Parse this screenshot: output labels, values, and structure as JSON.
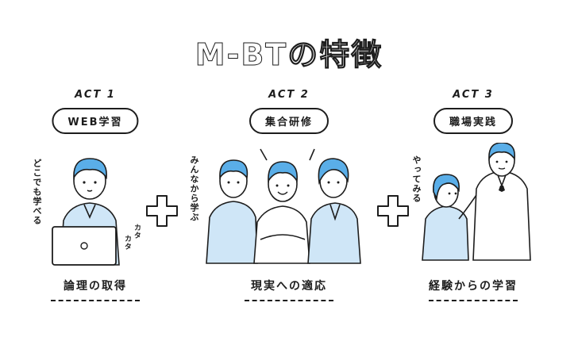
{
  "title": "M-BTの特徴",
  "columns": [
    {
      "act": "ACT 1",
      "pill": "WEB学習",
      "caption": "論理の取得",
      "side_text": "どこでも学べる",
      "sound_text_1": "カタ",
      "sound_text_2": "カタ"
    },
    {
      "act": "ACT 2",
      "pill": "集合研修",
      "caption": "現実への適応",
      "side_text": "みんなから学ぶ"
    },
    {
      "act": "ACT 3",
      "pill": "職場実践",
      "caption": "経験からの学習",
      "side_text": "やってみる"
    }
  ],
  "colors": {
    "accent_blue": "#5aaee8",
    "light_blue": "#cfe6f7",
    "ink": "#1d1d1d"
  }
}
